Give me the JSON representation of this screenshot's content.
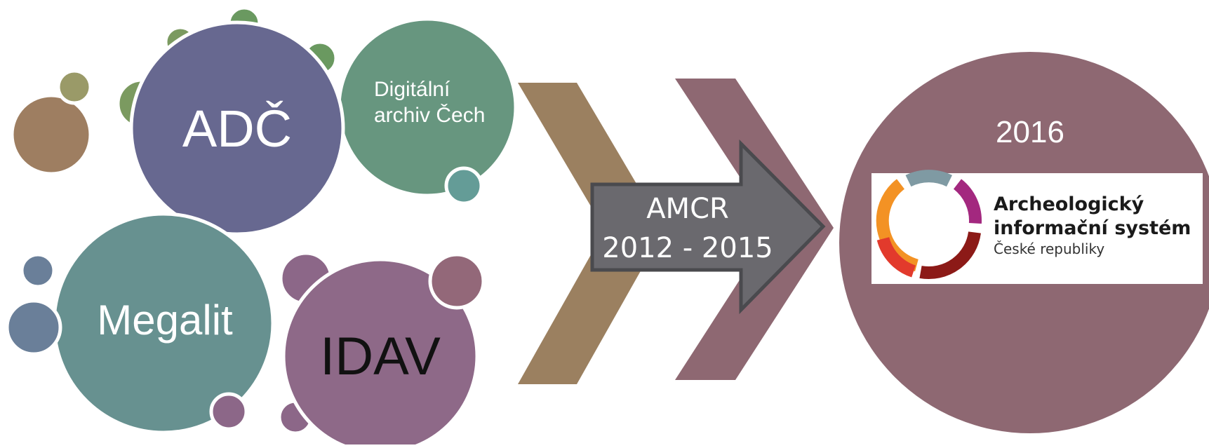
{
  "circles": {
    "adc": {
      "label": "ADČ",
      "color": "#676890"
    },
    "digital_archive": {
      "label_line1": "Digitální",
      "label_line2": "archiv Čech",
      "color": "#67967f"
    },
    "megalit": {
      "label": "Megalit",
      "color": "#679190"
    },
    "idav": {
      "label": "IDAV",
      "color": "#8e6988"
    }
  },
  "bubble_colors": {
    "brown": "#9e7e61",
    "olive": "#9a9a68",
    "green": "#7b9a60",
    "green_dark": "#6a9960",
    "teal": "#649c97",
    "slate": "#6a7f99",
    "purple": "#8c6788",
    "mauve": "#936879"
  },
  "chevrons": {
    "first_color": "#9b8060",
    "second_color": "#8e6872"
  },
  "arrow": {
    "line1": "AMCR",
    "line2": "2012 - 2015",
    "color": "#6a696e",
    "border_color": "#4a4a4e"
  },
  "result": {
    "year": "2016",
    "color": "#8e6872",
    "logo": {
      "line1": "Archeologický",
      "line2": "informační systém",
      "line3": "České republiky",
      "ring_colors": [
        "#f39224",
        "#7f9aa3",
        "#a3287f",
        "#8c1a17",
        "#e23a2c"
      ]
    }
  }
}
